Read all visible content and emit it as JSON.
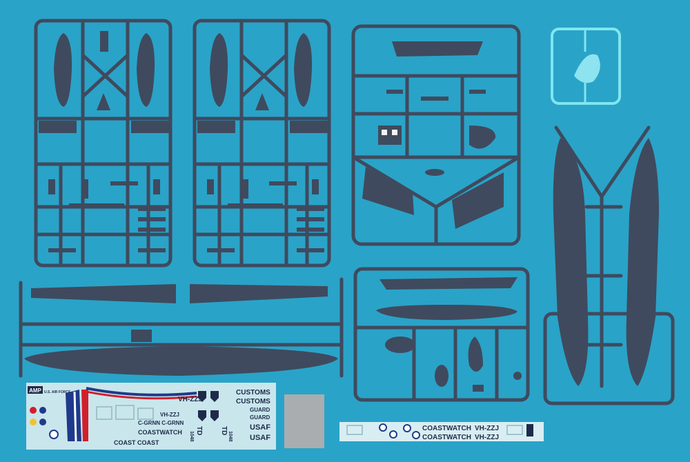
{
  "colors": {
    "background": "#2aa3c8",
    "plastic": "#3f4a5e",
    "plastic_dark": "#323c4e",
    "clear_part": "#7fe6f0",
    "decal_sheet": "#c9e6ec",
    "decal_text": "#1f2a4a",
    "flag_red": "#d21f2c",
    "flag_blue": "#1f3a8a",
    "foil": "#a9adb0"
  },
  "decals": {
    "brand": "AMP",
    "vh1": "VH-ZZJ",
    "vh2": "VH-ZZJ",
    "customs1": "CUSTOMS",
    "customs2": "CUSTOMS",
    "guard1": "GUARD",
    "guard2": "GUARD",
    "usaf1": "USAF",
    "usaf2": "USAF",
    "cgrnn": "C-GRNN C-GRNN",
    "coastwatch": "COASTWATCH",
    "coast": "COAST COAST",
    "td1": "TD",
    "td2": "TD",
    "serial1": "1048",
    "serial2": "1048",
    "small_text": "U.S. AIR FORCE"
  },
  "strip_decal": {
    "line1_left": "COASTWATCH",
    "line1_right": "VH-ZZJ",
    "line2_left": "COASTWATCH",
    "line2_right": "VH-ZZJ"
  }
}
